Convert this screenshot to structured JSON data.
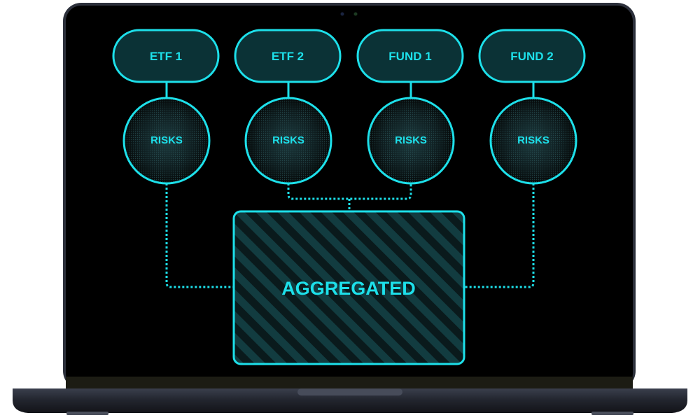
{
  "diagram": {
    "sources": [
      {
        "label": "ETF 1"
      },
      {
        "label": "ETF 2"
      },
      {
        "label": "FUND 1"
      },
      {
        "label": "FUND 2"
      }
    ],
    "risk_label": "RISKS",
    "aggregate_label": "AGGREGATED"
  },
  "colors": {
    "accent": "#1de0ea",
    "node_fill": "#0b3236",
    "screen": "#000000",
    "laptop_body": "#262a36"
  }
}
